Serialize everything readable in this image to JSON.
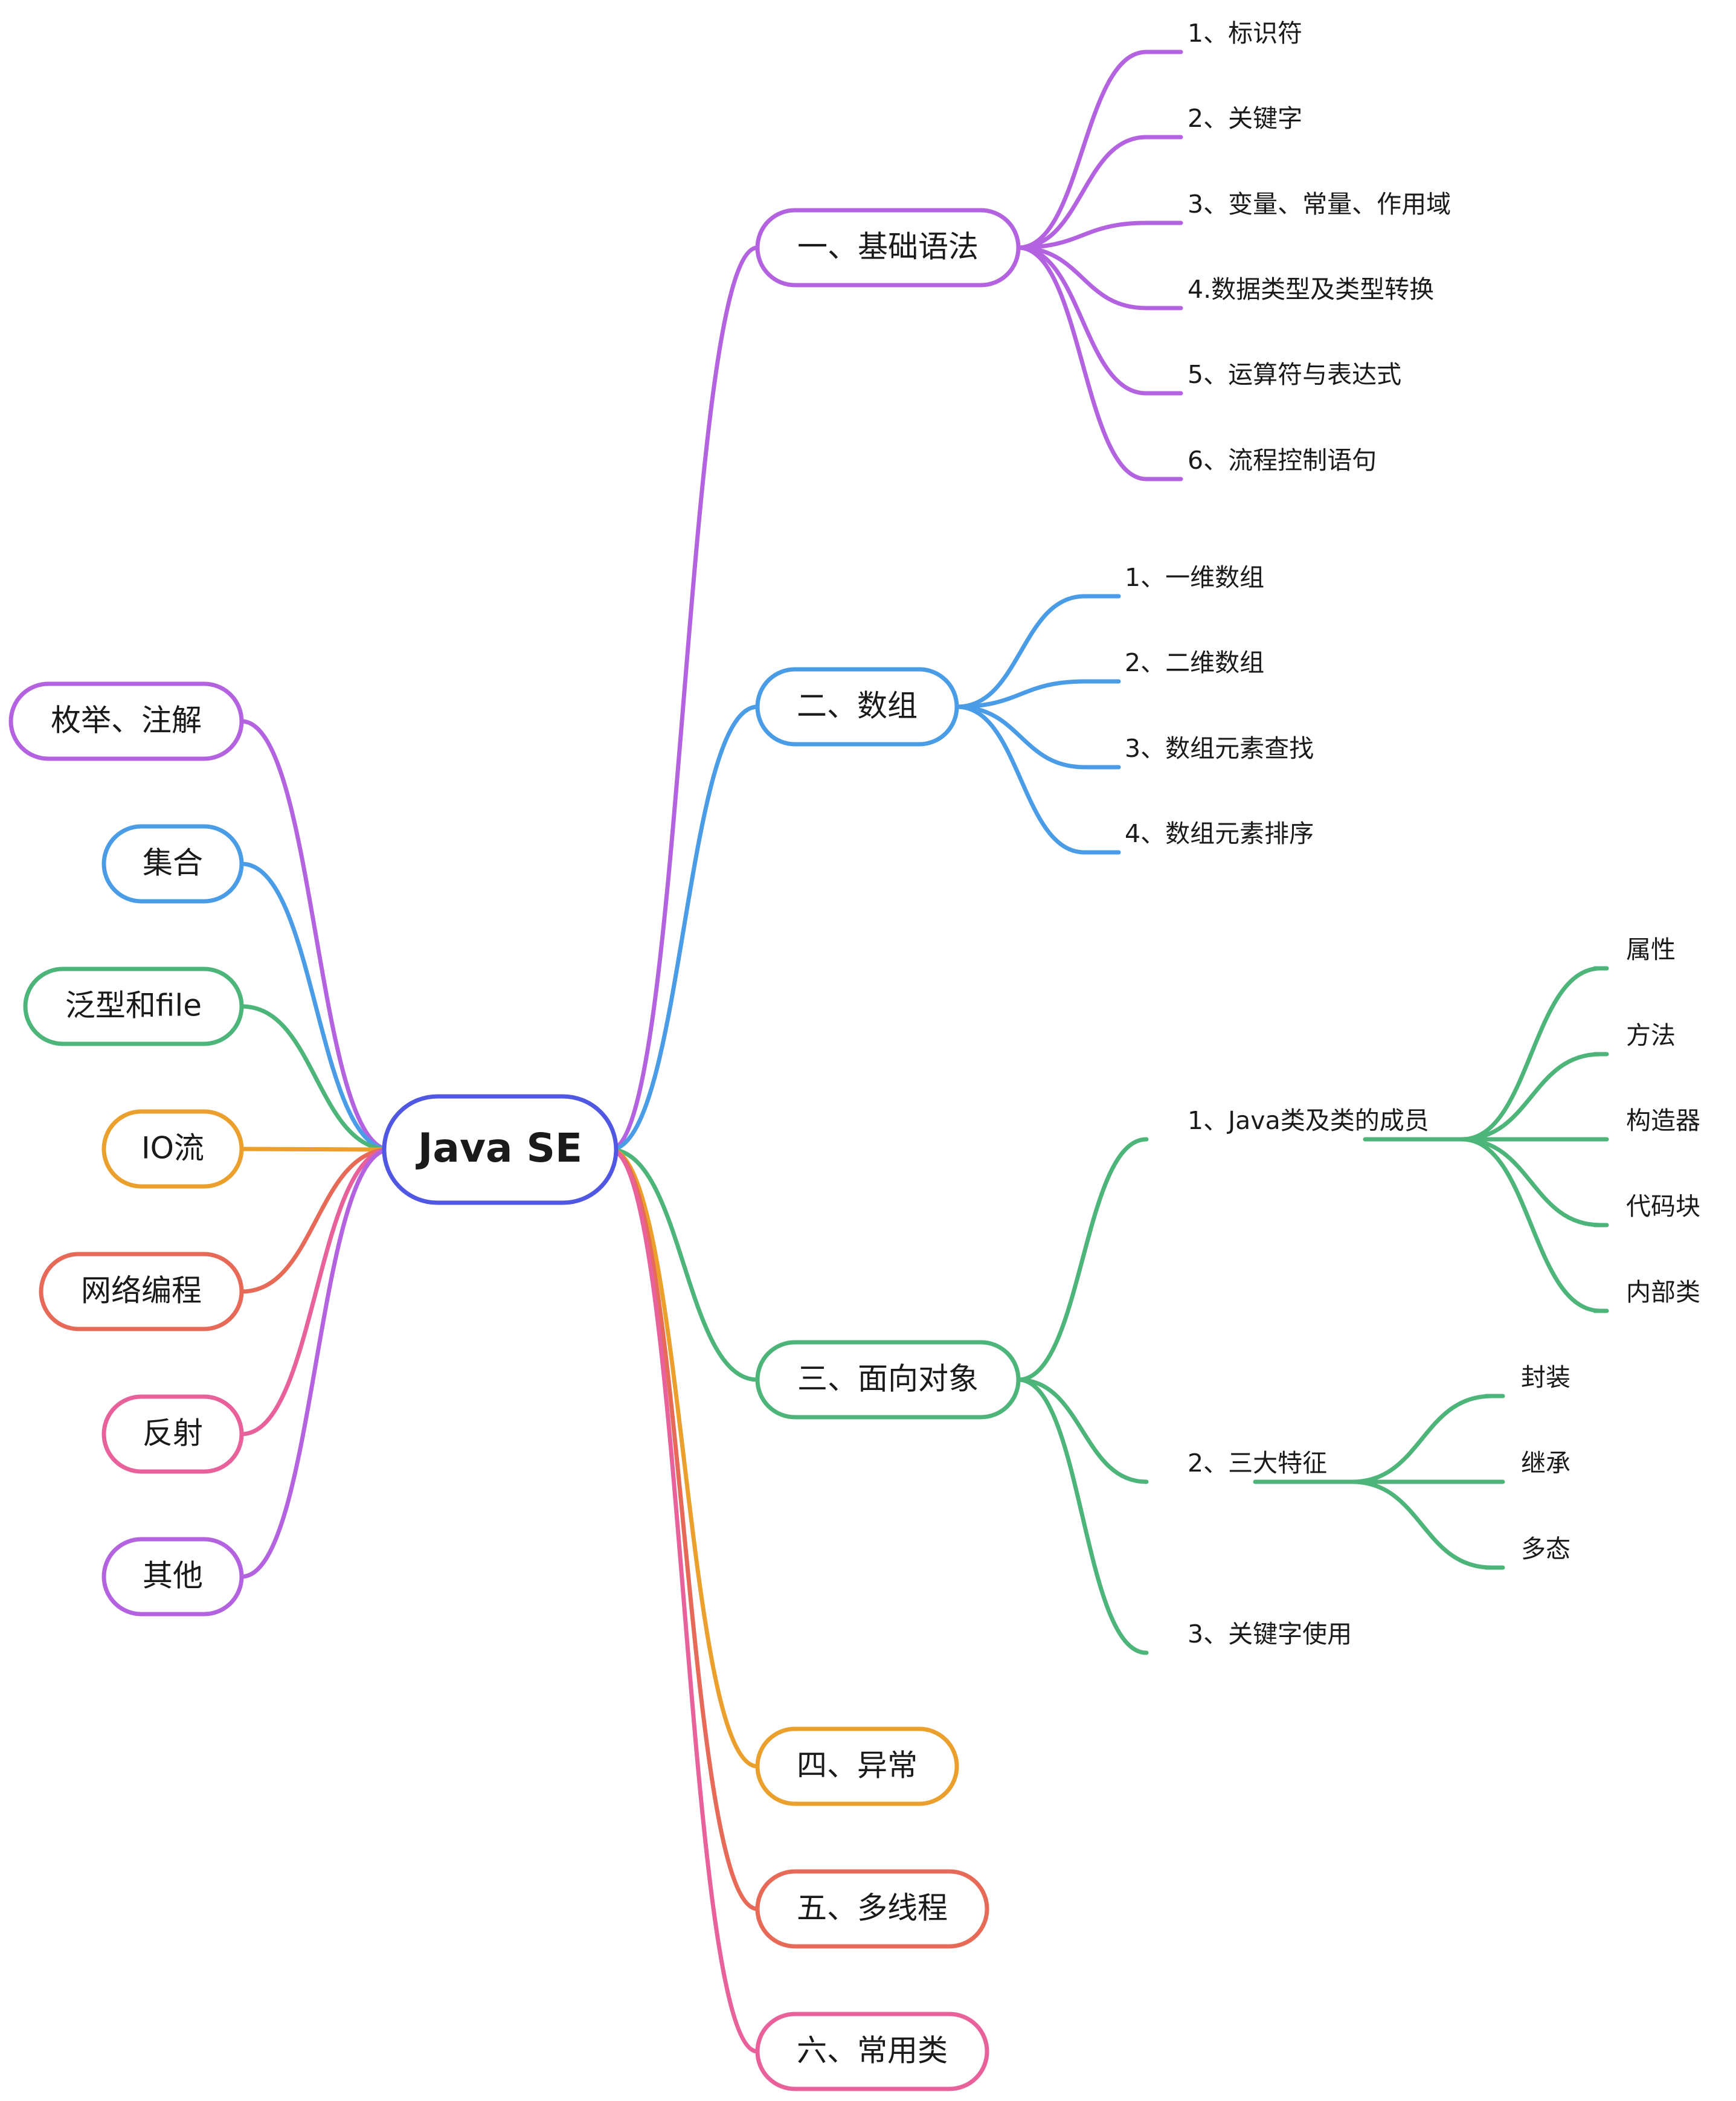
{
  "root": {
    "label": "Java SE",
    "color": "#5057e3"
  },
  "right": [
    {
      "label": "一、基础语法",
      "color": "#b463e0",
      "children": [
        "1、标识符",
        "2、关键字",
        "3、变量、常量、作用域",
        "4.数据类型及类型转换",
        "5、运算符与表达式",
        "6、流程控制语句"
      ]
    },
    {
      "label": "二、数组",
      "color": "#4a9ce6",
      "children": [
        "1、一维数组",
        "2、二维数组",
        "3、数组元素查找",
        "4、数组元素排序"
      ]
    },
    {
      "label": "三、面向对象",
      "color": "#4db57a",
      "children": [
        {
          "label": "1、Java类及类的成员",
          "children": [
            "属性",
            "方法",
            "构造器",
            "代码块",
            "内部类"
          ]
        },
        {
          "label": "2、三大特征",
          "children": [
            "封装",
            "继承",
            "多态"
          ]
        },
        {
          "label": "3、关键字使用"
        }
      ]
    },
    {
      "label": "四、异常",
      "color": "#eba02d",
      "children": []
    },
    {
      "label": "五、多线程",
      "color": "#e66a57",
      "children": []
    },
    {
      "label": "六、常用类",
      "color": "#e8619a",
      "children": []
    }
  ],
  "left": [
    {
      "label": "枚举、注解",
      "color": "#b463e0"
    },
    {
      "label": "集合",
      "color": "#4a9ce6"
    },
    {
      "label": "泛型和file",
      "color": "#4db57a"
    },
    {
      "label": "IO流",
      "color": "#eba02d"
    },
    {
      "label": "网络编程",
      "color": "#e66a57"
    },
    {
      "label": "反射",
      "color": "#e8619a"
    },
    {
      "label": "其他",
      "color": "#b463e0"
    }
  ]
}
